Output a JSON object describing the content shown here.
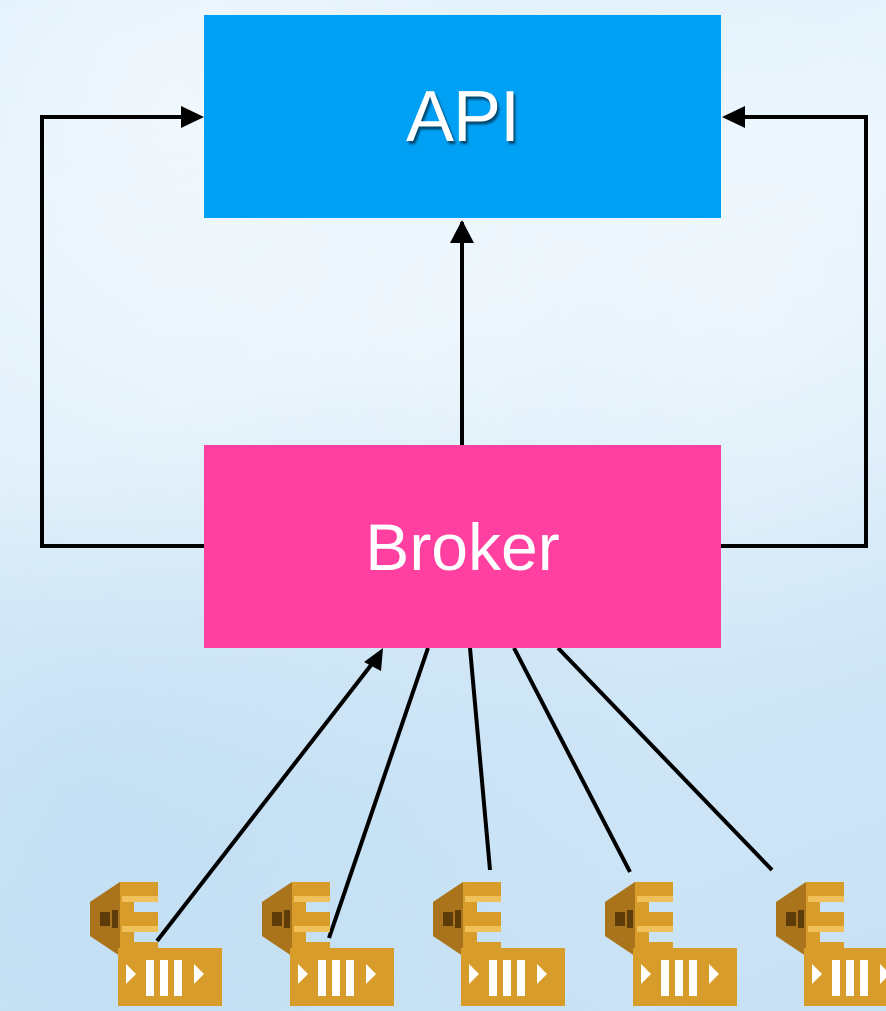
{
  "nodes": {
    "api": {
      "label": "API",
      "color": "#00a0f5"
    },
    "broker": {
      "label": "Broker",
      "color": "#ff40a0"
    }
  },
  "queues": [
    {
      "icon": "queue-service-icon"
    },
    {
      "icon": "queue-service-icon"
    },
    {
      "icon": "queue-service-icon"
    },
    {
      "icon": "queue-service-icon"
    },
    {
      "icon": "queue-service-icon"
    }
  ],
  "edges": [
    {
      "from": "broker",
      "to": "api",
      "arrow": "to"
    },
    {
      "from": "broker",
      "to": "api",
      "route": "left",
      "arrow": "to"
    },
    {
      "from": "broker",
      "to": "api",
      "route": "right",
      "arrow": "to"
    },
    {
      "from": "queue-1",
      "to": "broker",
      "arrow": "to"
    },
    {
      "from": "queue-2",
      "to": "broker",
      "arrow": "none"
    },
    {
      "from": "queue-3",
      "to": "broker",
      "arrow": "none"
    },
    {
      "from": "queue-4",
      "to": "broker",
      "arrow": "none"
    },
    {
      "from": "queue-5",
      "to": "broker",
      "arrow": "none"
    }
  ],
  "colors": {
    "queue_gold": "#d89c2a",
    "queue_dark": "#8a5a12",
    "line": "#000000"
  }
}
